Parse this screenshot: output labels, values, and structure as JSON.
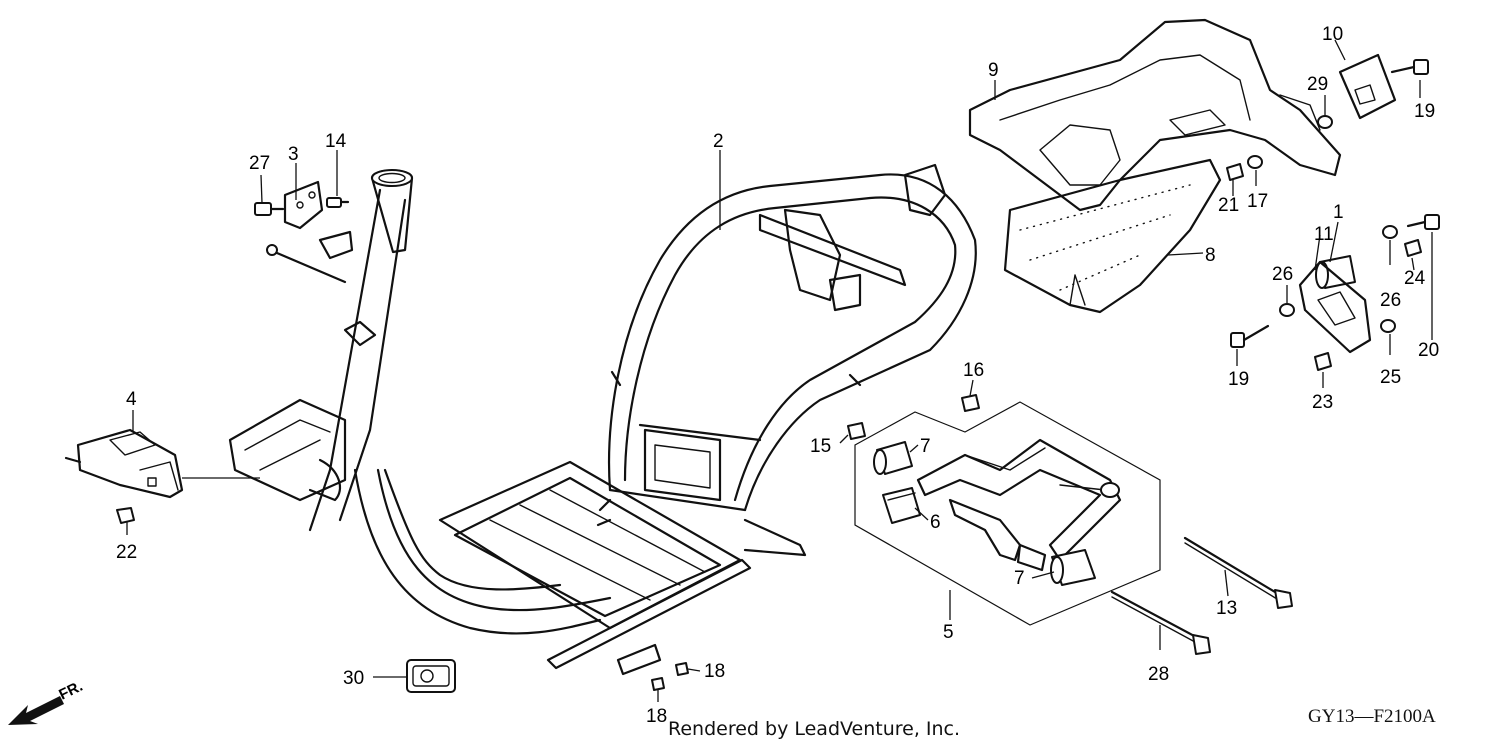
{
  "diagram": {
    "code": "GY13—F2100A",
    "credit": "Rendered by LeadVenture, Inc.",
    "direction_label": "FR.",
    "callouts": {
      "c1": "1",
      "c2": "2",
      "c3": "3",
      "c4": "4",
      "c5": "5",
      "c6": "6",
      "c7a": "7",
      "c7b": "7",
      "c8": "8",
      "c9": "9",
      "c10": "10",
      "c11": "11",
      "c13": "13",
      "c14": "14",
      "c15": "15",
      "c16": "16",
      "c17": "17",
      "c18a": "18",
      "c18b": "18",
      "c19a": "19",
      "c19b": "19",
      "c20": "20",
      "c21": "21",
      "c22": "22",
      "c23": "23",
      "c24": "24",
      "c25": "25",
      "c26a": "26",
      "c26b": "26",
      "c27": "27",
      "c28": "28",
      "c29": "29",
      "c30": "30"
    }
  }
}
